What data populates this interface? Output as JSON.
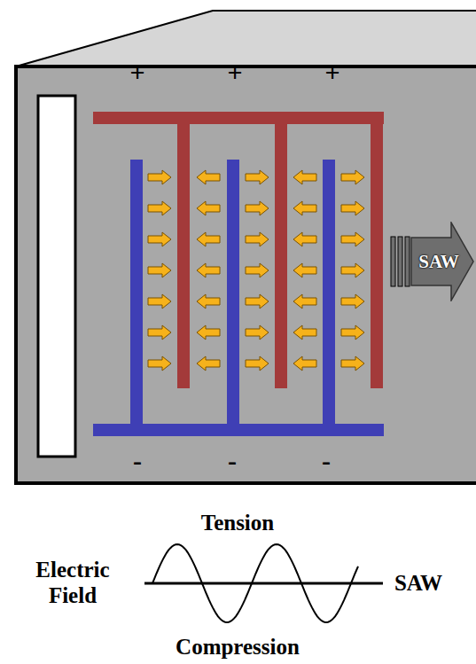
{
  "diagram": {
    "nodes": [
      {
        "text": [
          "SAW"
        ]
      }
    ],
    "labels": [
      "+",
      "+",
      "+",
      "-",
      "-",
      "-",
      "Tension",
      "Electric Field",
      "SAW",
      "Compression"
    ]
  }
}
